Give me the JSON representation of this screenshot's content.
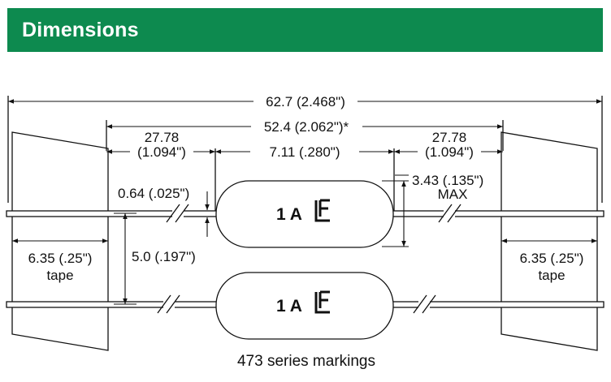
{
  "header": {
    "title": "Dimensions"
  },
  "dims": {
    "overall": "62.7 (2.468\")",
    "between_tape": "52.4 (2.062\")*",
    "lead_left_mm": "27.78",
    "lead_left_in": "(1.094\")",
    "body_length": "7.11 (.280\")",
    "lead_right_mm": "27.78",
    "lead_right_in": "(1.094\")",
    "lead_dia": "0.64 (.025\")",
    "body_dia": "3.43 (.135\")",
    "body_dia_note": "MAX",
    "pitch": "5.0 (.197\")",
    "tape_left": "6.35 (.25\")",
    "tape_left_label": "tape",
    "tape_right": "6.35 (.25\")",
    "tape_right_label": "tape"
  },
  "parts": [
    {
      "marking": "1 A"
    },
    {
      "marking": "1 A"
    }
  ],
  "logo_icon": "lf-logo-icon",
  "caption": "473 series markings",
  "colors": {
    "header_bg": "#0d8a4f",
    "header_text": "#ffffff",
    "line": "#111111"
  }
}
